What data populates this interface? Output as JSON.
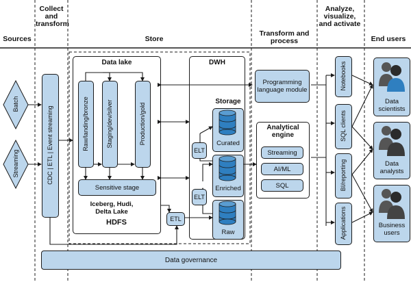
{
  "headers": {
    "sources": "Sources",
    "collect": "Collect and transform",
    "store": "Store",
    "transform": "Transform and process",
    "analyze": "Analyze, visualize, and activate",
    "end_users": "End users"
  },
  "sources": {
    "batch": "Batch",
    "streaming": "Streaming"
  },
  "collect": {
    "label": "CDC  |  ETL  |  Event streaming"
  },
  "data_lake": {
    "title": "Data lake",
    "zones": [
      "Raw/landing/bronze",
      "Staging/dev/silver",
      "Production/gold"
    ],
    "sensitive": "Sensitive stage",
    "formats": "Iceberg, Hudi, Delta Lake",
    "hdfs": "HDFS"
  },
  "etl_lake": "ETL",
  "dwh": {
    "title": "DWH",
    "storage": "Storage",
    "curated": "Curated",
    "enriched": "Enriched",
    "raw": "Raw",
    "elt_top": "ELT",
    "elt_bottom": "ELT"
  },
  "process": {
    "programming": "Programming language module",
    "engine": "Analytical engine",
    "streaming": "Streaming",
    "aiml": "AI/ML",
    "sql": "SQL"
  },
  "analyze": {
    "notebooks": "Notebooks",
    "sql_clients": "SQL clients",
    "bi": "BI/reporting",
    "applications": "Applications"
  },
  "users": {
    "scientists": "Data scientists",
    "analysts": "Data analysts",
    "business": "Business users"
  },
  "governance": "Data governance",
  "colors": {
    "box": "#bcd6ec",
    "line": "#1b1b1b",
    "person": "#3d3d3d",
    "accent": "#2f7fc0"
  }
}
